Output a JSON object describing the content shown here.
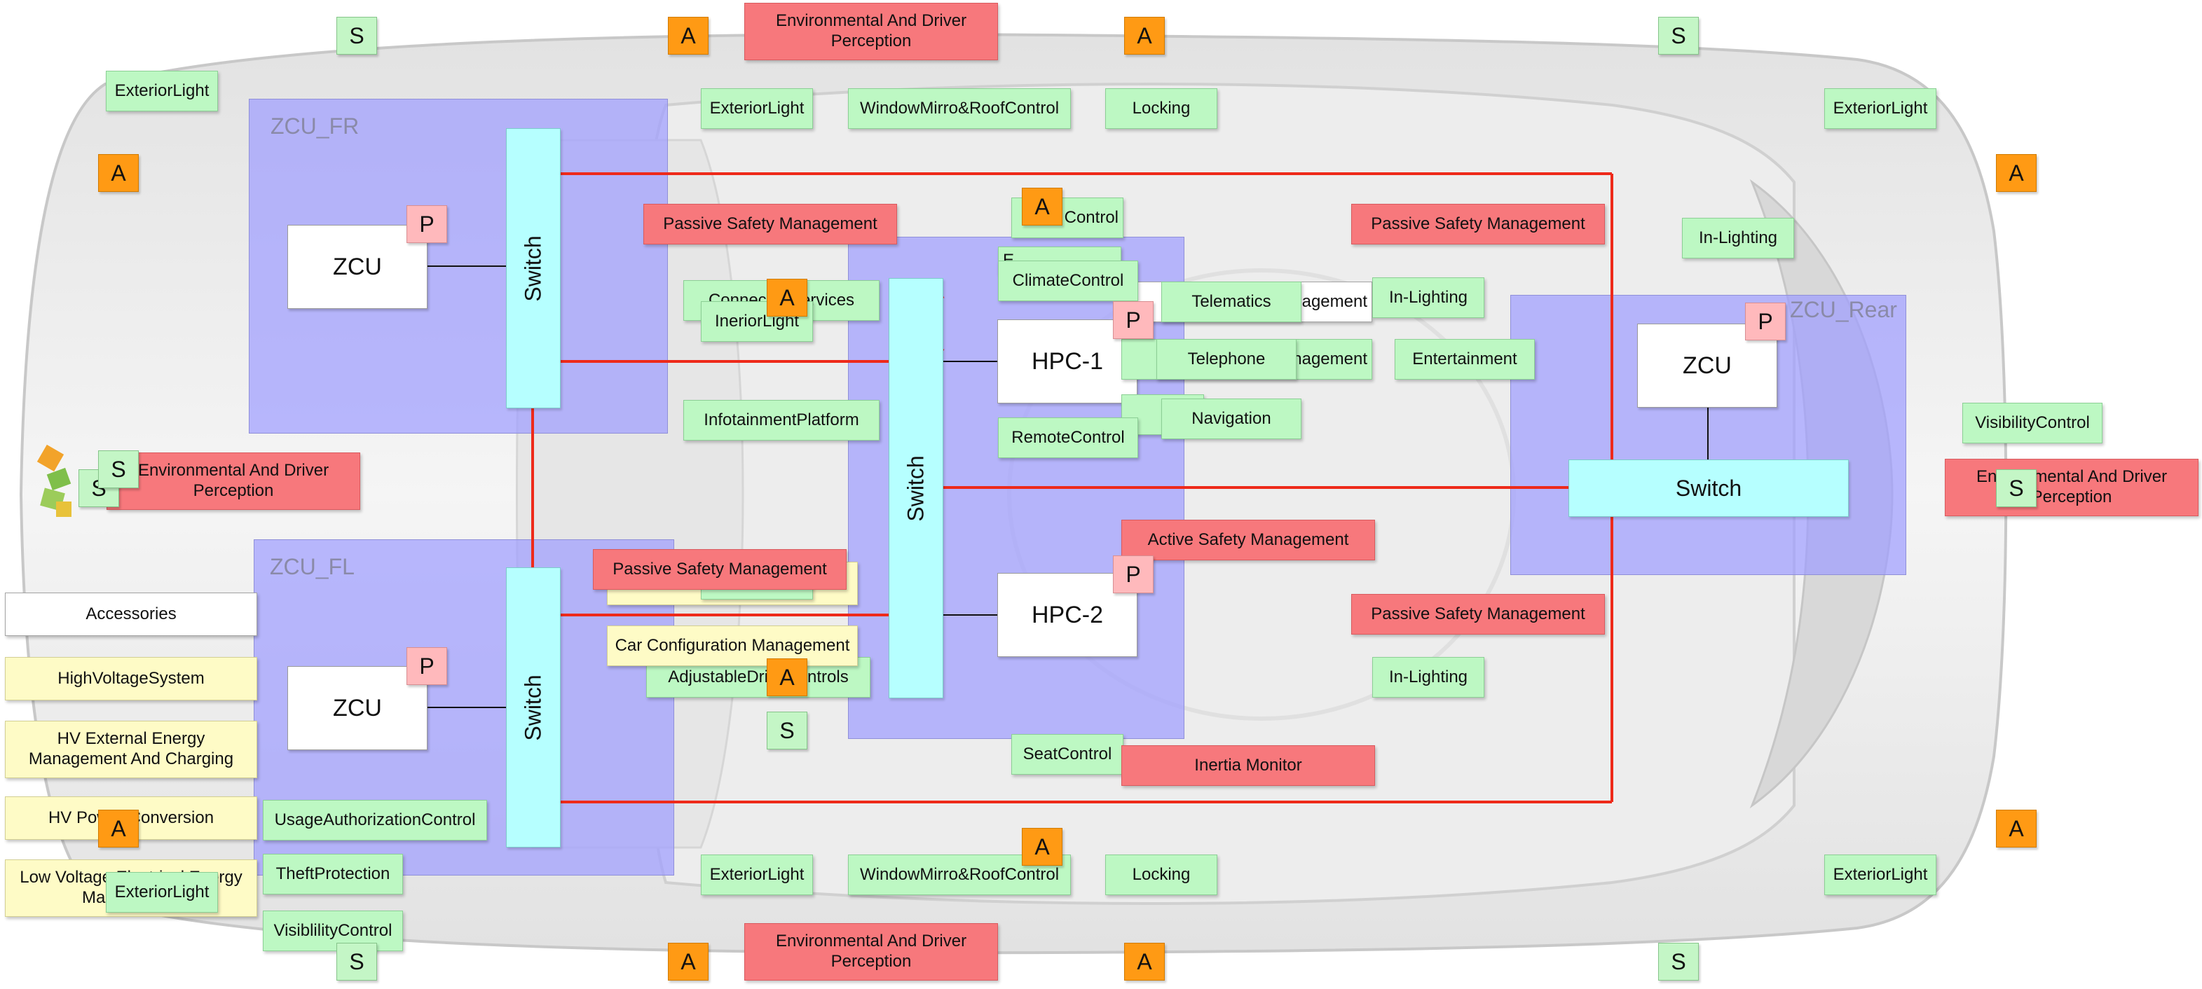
{
  "zones": {
    "zcu_fr": "ZCU_FR",
    "zcu_fl": "ZCU_FL",
    "zcu_rear": "ZCU_Rear"
  },
  "nodes": {
    "zcu": "ZCU",
    "switch": "Switch",
    "hpc1": "HPC-1",
    "hpc2": "HPC-2"
  },
  "badges": {
    "s": "S",
    "a": "A",
    "p": "P"
  },
  "functions": {
    "environmental_perception": "Environmental And Driver Perception",
    "exterior_light": "ExteriorLight",
    "window_mirror_roof": "WindowMirro&RoofControl",
    "locking": "Locking",
    "passive_safety": "Passive Safety Management",
    "active_safety": "Active Safety Management",
    "inertia_monitor": "Inertia Monitor",
    "climate_control": "ClimateControl",
    "control_fragment": "Control",
    "connected_services": "ConnectedServices",
    "interior_light": "IneriorLight",
    "telematics": "Telematics",
    "telephone": "Telephone",
    "navigation": "Navigation",
    "in_lighting": "In-Lighting",
    "entertainment": "Entertainment",
    "infotainment_platform": "InfotainmentPlatform",
    "remote_control": "RemoteControl",
    "seat_control": "SeatControl",
    "adjustable_drive_controls": "AdjustableDriveControls",
    "car_configuration": "Car Configuration Management",
    "usage_authorization": "UsageAuthorizationControl",
    "theft_protection": "TheftProtection",
    "visibility_control": "VisiblilityControl",
    "visibility_control_rear": "VisibilityControl",
    "accessories": "Accessories",
    "high_voltage_system": "HighVoltageSystem",
    "hv_external_energy": "HV External Energy Management And Charging",
    "hv_power_conversion": "HV Power Conversion",
    "low_voltage_energy": "Low Voltage Electrical Energy Management",
    "hidden_management": "Management",
    "hidden_data_management": "Data Management",
    "fragment_co": "Co",
    "fragment_e": "E"
  },
  "colors": {
    "zone": "#a09eff",
    "switch": "#b6ffff",
    "sensor_badge": "#c4f6c6",
    "actuator_badge": "#ff9a14",
    "processor_badge": "#ffb9bc",
    "network_line": "#ee2a1a",
    "function_green": "#bdf8c3",
    "function_red": "#f7787c",
    "function_yellow": "#fefbc6"
  }
}
